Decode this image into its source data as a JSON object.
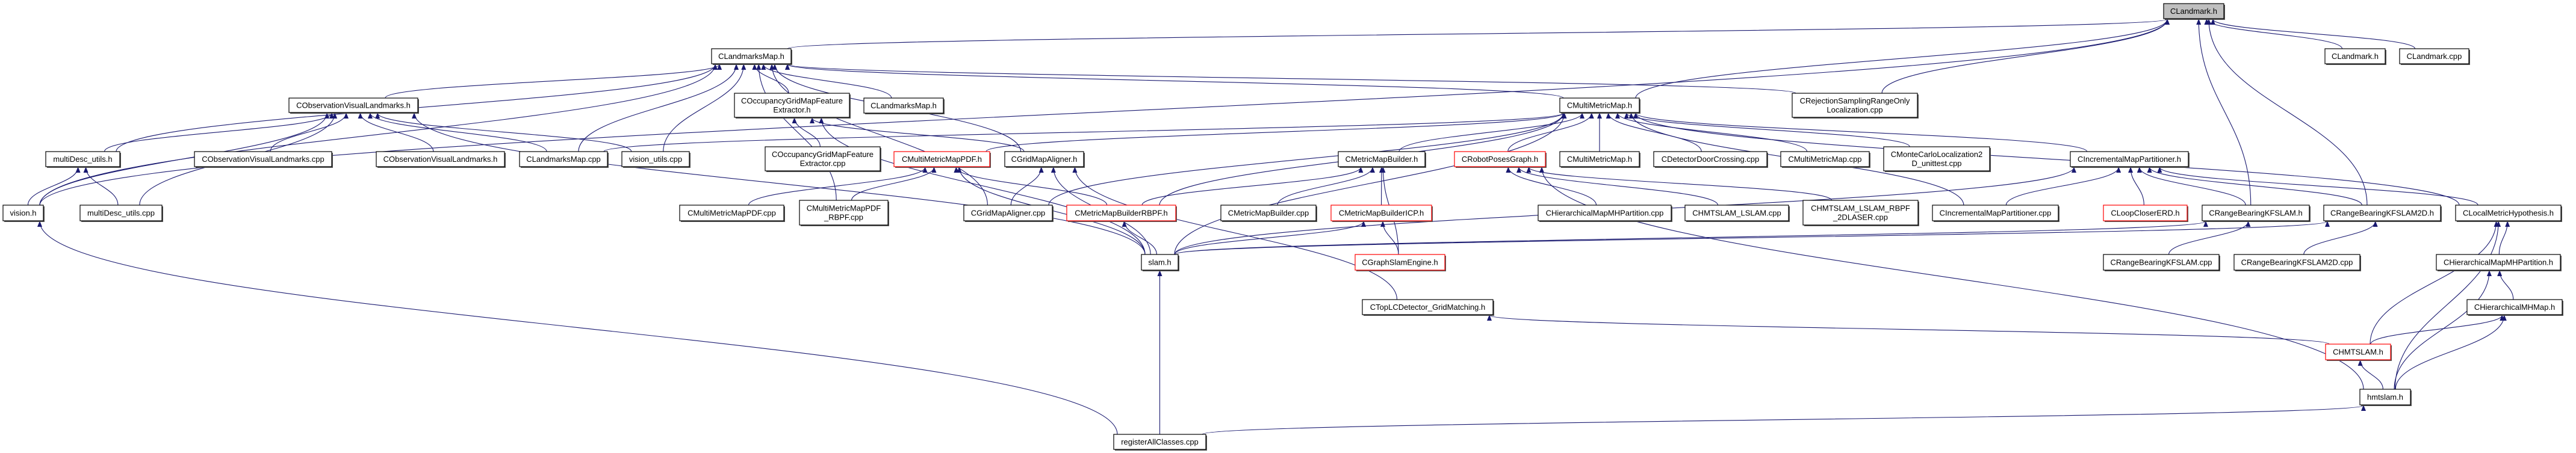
{
  "graph": {
    "edge_color": "#191970",
    "highlight_color": "#ff0000",
    "root_fill": "#bfbfbf",
    "nodes": [
      {
        "id": "landmark",
        "label": [
          "CLandmark.h"
        ],
        "root": true
      },
      {
        "id": "landmark2",
        "label": [
          "CLandmark.h"
        ]
      },
      {
        "id": "landmark_cpp",
        "label": [
          "CLandmark.cpp"
        ]
      },
      {
        "id": "lmmap",
        "label": [
          "CLandmarksMap.h"
        ]
      },
      {
        "id": "covl",
        "label": [
          "CObservationVisualLandmarks.h"
        ]
      },
      {
        "id": "ogmfe",
        "label": [
          "COccupancyGridMapFeature",
          "Extractor.h"
        ]
      },
      {
        "id": "lmmap2",
        "label": [
          "CLandmarksMap.h"
        ]
      },
      {
        "id": "mmm",
        "label": [
          "CMultiMetricMap.h"
        ]
      },
      {
        "id": "rej",
        "label": [
          "CRejectionSamplingRangeOnly",
          "Localization.cpp"
        ]
      },
      {
        "id": "mdu_h",
        "label": [
          "multiDesc_utils.h"
        ]
      },
      {
        "id": "covl_cpp",
        "label": [
          "CObservationVisualLandmarks.cpp"
        ]
      },
      {
        "id": "covl2",
        "label": [
          "CObservationVisualLandmarks.h"
        ]
      },
      {
        "id": "lmmap_cpp",
        "label": [
          "CLandmarksMap.cpp"
        ]
      },
      {
        "id": "vu_cpp",
        "label": [
          "vision_utils.cpp"
        ]
      },
      {
        "id": "ogmfe_cpp",
        "label": [
          "COccupancyGridMapFeature",
          "Extractor.cpp"
        ]
      },
      {
        "id": "mmpdf",
        "label": [
          "CMultiMetricMapPDF.h"
        ],
        "red": true
      },
      {
        "id": "gma",
        "label": [
          "CGridMapAligner.h"
        ]
      },
      {
        "id": "mmb",
        "label": [
          "CMetricMapBuilder.h"
        ]
      },
      {
        "id": "rpg",
        "label": [
          "CRobotPosesGraph.h"
        ],
        "red": true
      },
      {
        "id": "mmm2",
        "label": [
          "CMultiMetricMap.h"
        ]
      },
      {
        "id": "ddc",
        "label": [
          "CDetectorDoorCrossing.cpp"
        ]
      },
      {
        "id": "mmm_cpp",
        "label": [
          "CMultiMetricMap.cpp"
        ]
      },
      {
        "id": "mcl",
        "label": [
          "CMonteCarloLocalization2",
          "D_unittest.cpp"
        ]
      },
      {
        "id": "imp",
        "label": [
          "CIncrementalMapPartitioner.h"
        ]
      },
      {
        "id": "vision",
        "label": [
          "vision.h"
        ]
      },
      {
        "id": "mdu_cpp",
        "label": [
          "multiDesc_utils.cpp"
        ]
      },
      {
        "id": "mmpdf_cpp",
        "label": [
          "CMultiMetricMapPDF.cpp"
        ]
      },
      {
        "id": "mmpdf_rbpf",
        "label": [
          "CMultiMetricMapPDF",
          "_RBPF.cpp"
        ]
      },
      {
        "id": "gma_cpp",
        "label": [
          "CGridMapAligner.cpp"
        ]
      },
      {
        "id": "mmbrbpf",
        "label": [
          "CMetricMapBuilderRBPF.h"
        ],
        "red": true
      },
      {
        "id": "mmb_cpp",
        "label": [
          "CMetricMapBuilder.cpp"
        ]
      },
      {
        "id": "mmbicp",
        "label": [
          "CMetricMapBuilderICP.h"
        ],
        "red": true
      },
      {
        "id": "hmp_cpp",
        "label": [
          "CHierarchicalMapMHPartition.cpp"
        ]
      },
      {
        "id": "lslam_cpp",
        "label": [
          "CHMTSLAM_LSLAM.cpp"
        ]
      },
      {
        "id": "lslam_rbpf",
        "label": [
          "CHMTSLAM_LSLAM_RBPF",
          "_2DLASER.cpp"
        ]
      },
      {
        "id": "imp_cpp",
        "label": [
          "CIncrementalMapPartitioner.cpp"
        ]
      },
      {
        "id": "lce",
        "label": [
          "CLoopCloserERD.h"
        ],
        "red": true
      },
      {
        "id": "rbkf",
        "label": [
          "CRangeBearingKFSLAM.h"
        ]
      },
      {
        "id": "rbkf2d",
        "label": [
          "CRangeBearingKFSLAM2D.h"
        ]
      },
      {
        "id": "lmh",
        "label": [
          "CLocalMetricHypothesis.h"
        ]
      },
      {
        "id": "slam",
        "label": [
          "slam.h"
        ]
      },
      {
        "id": "gse",
        "label": [
          "CGraphSlamEngine.h"
        ],
        "red": true
      },
      {
        "id": "rbkf_cpp",
        "label": [
          "CRangeBearingKFSLAM.cpp"
        ]
      },
      {
        "id": "rbkf2d_cpp",
        "label": [
          "CRangeBearingKFSLAM2D.cpp"
        ]
      },
      {
        "id": "hmp_h",
        "label": [
          "CHierarchicalMapMHPartition.h"
        ]
      },
      {
        "id": "toplc",
        "label": [
          "CTopLCDetector_GridMatching.h"
        ]
      },
      {
        "id": "hmhmap",
        "label": [
          "CHierarchicalMHMap.h"
        ]
      },
      {
        "id": "hmtslam_h",
        "label": [
          "CHMTSLAM.h"
        ],
        "red": true
      },
      {
        "id": "hmtslam",
        "label": [
          "hmtslam.h"
        ]
      },
      {
        "id": "reg",
        "label": [
          "registerAllClasses.cpp"
        ]
      }
    ],
    "edges": [
      [
        "lmmap",
        "landmark"
      ],
      [
        "mmm",
        "landmark"
      ],
      [
        "landmark2",
        "landmark"
      ],
      [
        "landmark_cpp",
        "landmark"
      ],
      [
        "rbkf",
        "landmark"
      ],
      [
        "rbkf2d",
        "landmark"
      ],
      [
        "rej",
        "landmark"
      ],
      [
        "vision",
        "landmark"
      ],
      [
        "vision",
        "lmmap"
      ],
      [
        "mdu_h",
        "lmmap"
      ],
      [
        "covl",
        "lmmap"
      ],
      [
        "lmmap_cpp",
        "lmmap"
      ],
      [
        "vu_cpp",
        "lmmap"
      ],
      [
        "ogmfe",
        "lmmap"
      ],
      [
        "lmmap2",
        "lmmap"
      ],
      [
        "gma",
        "lmmap"
      ],
      [
        "gma_cpp",
        "lmmap"
      ],
      [
        "mmpdf_rbpf",
        "lmmap"
      ],
      [
        "mmm",
        "lmmap"
      ],
      [
        "rej",
        "lmmap"
      ],
      [
        "mdu_h",
        "covl"
      ],
      [
        "vision",
        "covl"
      ],
      [
        "mdu_cpp",
        "covl"
      ],
      [
        "covl_cpp",
        "covl"
      ],
      [
        "covl2",
        "covl"
      ],
      [
        "lmmap_cpp",
        "covl"
      ],
      [
        "vu_cpp",
        "covl"
      ],
      [
        "slam",
        "covl"
      ],
      [
        "vision",
        "mdu_h"
      ],
      [
        "mdu_cpp",
        "mdu_h"
      ],
      [
        "ogmfe_cpp",
        "ogmfe"
      ],
      [
        "gma",
        "ogmfe"
      ],
      [
        "slam",
        "ogmfe"
      ],
      [
        "mmpdf",
        "mmm"
      ],
      [
        "mmb",
        "mmm"
      ],
      [
        "rpg",
        "mmm"
      ],
      [
        "mmm2",
        "mmm"
      ],
      [
        "ddc",
        "mmm"
      ],
      [
        "mmm_cpp",
        "mmm"
      ],
      [
        "mcl",
        "mmm"
      ],
      [
        "imp",
        "mmm"
      ],
      [
        "lmh",
        "mmm"
      ],
      [
        "lmmap_cpp",
        "mmm"
      ],
      [
        "gma_cpp",
        "mmm"
      ],
      [
        "mmbrbpf",
        "mmm"
      ],
      [
        "slam",
        "mmm"
      ],
      [
        "imp_cpp",
        "mmm"
      ],
      [
        "mmpdf_cpp",
        "mmpdf"
      ],
      [
        "mmpdf_rbpf",
        "mmpdf"
      ],
      [
        "slam",
        "mmpdf"
      ],
      [
        "mmbrbpf",
        "mmpdf"
      ],
      [
        "gma_cpp",
        "gma"
      ],
      [
        "slam",
        "gma"
      ],
      [
        "toplc",
        "gma"
      ],
      [
        "mmbrbpf",
        "mmb"
      ],
      [
        "mmb_cpp",
        "mmb"
      ],
      [
        "mmbicp",
        "mmb"
      ],
      [
        "gse",
        "mmb"
      ],
      [
        "slam",
        "mmbrbpf"
      ],
      [
        "slam",
        "mmbicp"
      ],
      [
        "gse",
        "mmbicp"
      ],
      [
        "hmp_cpp",
        "rpg"
      ],
      [
        "lslam_cpp",
        "rpg"
      ],
      [
        "lslam_rbpf",
        "rpg"
      ],
      [
        "hmtslam",
        "rpg"
      ],
      [
        "imp_cpp",
        "imp"
      ],
      [
        "lce",
        "imp"
      ],
      [
        "rbkf",
        "imp"
      ],
      [
        "rbkf2d",
        "imp"
      ],
      [
        "lmh",
        "imp"
      ],
      [
        "slam",
        "imp"
      ],
      [
        "slam",
        "rbkf"
      ],
      [
        "rbkf_cpp",
        "rbkf"
      ],
      [
        "slam",
        "rbkf2d"
      ],
      [
        "rbkf2d_cpp",
        "rbkf2d"
      ],
      [
        "hmtslam_h",
        "lmh"
      ],
      [
        "hmtslam",
        "lmh"
      ],
      [
        "hmp_h",
        "lmh"
      ],
      [
        "hmhmap",
        "hmp_h"
      ],
      [
        "hmtslam",
        "hmp_h"
      ],
      [
        "hmtslam_h",
        "hmhmap"
      ],
      [
        "hmtslam",
        "hmhmap"
      ],
      [
        "hmtslam",
        "hmtslam_h"
      ],
      [
        "hmtslam_h",
        "toplc"
      ],
      [
        "reg",
        "slam"
      ],
      [
        "reg",
        "vision"
      ],
      [
        "reg",
        "hmtslam"
      ]
    ]
  }
}
